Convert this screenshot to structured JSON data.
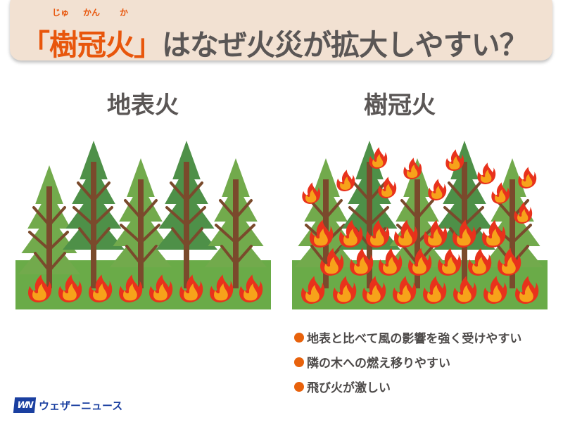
{
  "title": {
    "open_bracket": "「",
    "highlight": "樹冠火",
    "close_bracket": "」",
    "rest": "はなぜ火災が拡大しやすい？",
    "ruby": [
      "じゅ",
      "かん",
      "か"
    ]
  },
  "left_panel": {
    "heading": "地表火"
  },
  "right_panel": {
    "heading": "樹冠火"
  },
  "bullets": [
    "地表と比べて風の影響を強く受けやすい",
    "隣の木への燃え移りやすい",
    "飛び火が激しい"
  ],
  "logo": {
    "mark": "WN",
    "text": "ウェザーニュース"
  },
  "colors": {
    "accent": "#e8560c",
    "text": "#5a5655",
    "banner": "#f2e1d2",
    "ground": "#6aab48",
    "tree_light": "#72aa4c",
    "tree_dark": "#4e9048",
    "trunk": "#7a4a2c",
    "flame_outer": "#e8321c",
    "flame_inner": "#f7a21a",
    "brand": "#1a3fa0"
  }
}
